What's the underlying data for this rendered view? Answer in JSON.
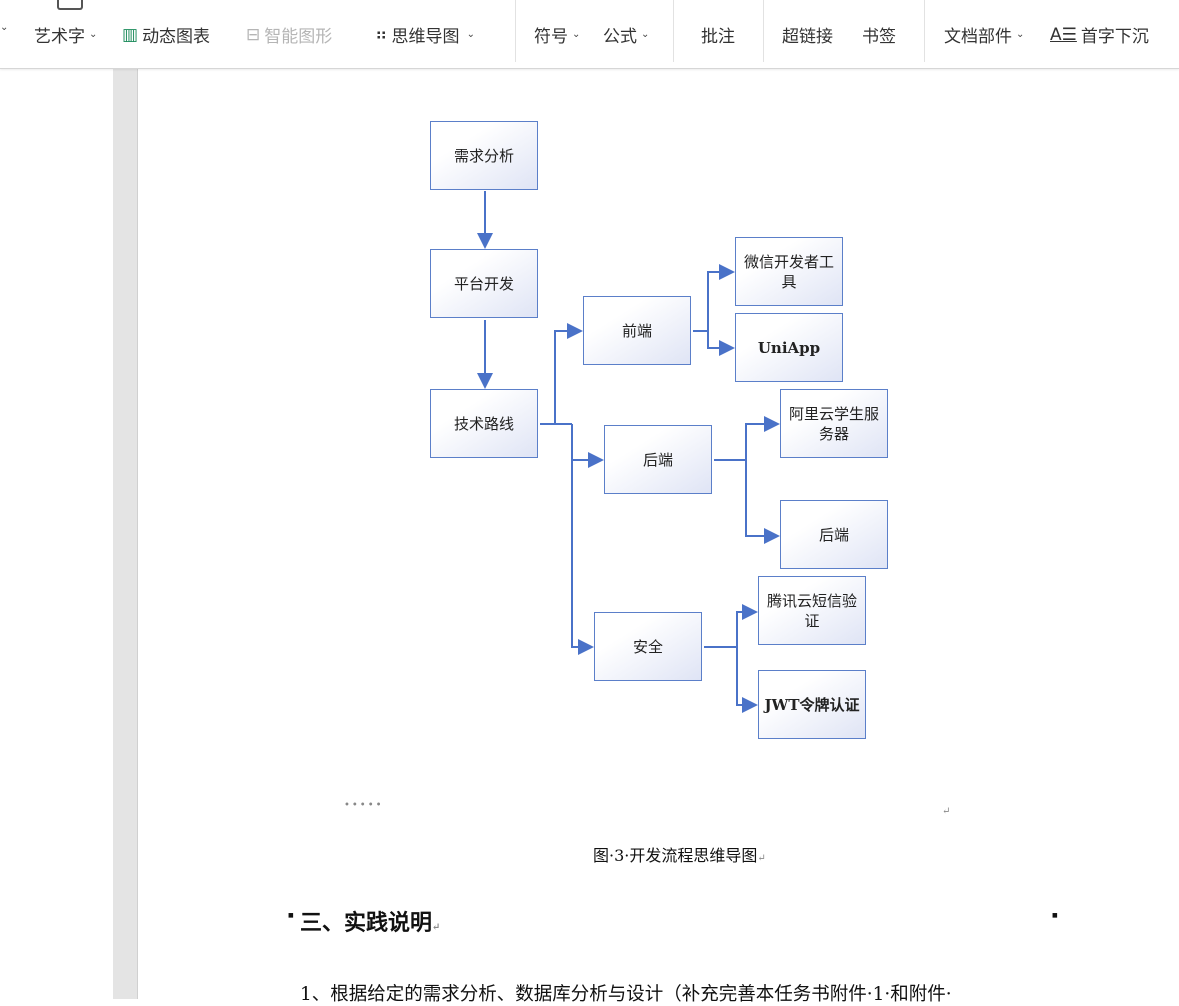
{
  "toolbar": {
    "items": [
      {
        "label": "艺术字"
      },
      {
        "label": "动态图表"
      },
      {
        "label": "智能图形"
      },
      {
        "label": "思维导图"
      },
      {
        "label": "符号"
      },
      {
        "label": "公式"
      },
      {
        "label": "批注"
      },
      {
        "label": "超链接"
      },
      {
        "label": "书签"
      },
      {
        "label": "文档部件"
      },
      {
        "label": "首字下沉"
      }
    ]
  },
  "diagram": {
    "nodes": {
      "requirements": "需求分析",
      "platform": "平台开发",
      "tech_route": "技术路线",
      "frontend": "前端",
      "backend": "后端",
      "security": "安全",
      "wechat_tools": "微信开发者工具",
      "uniapp": "UniApp",
      "aliyun": "阿里云学生服务器",
      "backend2": "后端",
      "tencent_sms": "腾讯云短信验证",
      "jwt": "JWT令牌认证"
    },
    "line_color": "#4a72c8"
  },
  "document": {
    "dots": "•••••",
    "caption": "图·3·开发流程思维导图",
    "section_heading": "三、实践说明",
    "paragraph_1": "1、根据给定的需求分析、数据库分析与设计（补充完善本任务书附件·1·和附件·"
  }
}
